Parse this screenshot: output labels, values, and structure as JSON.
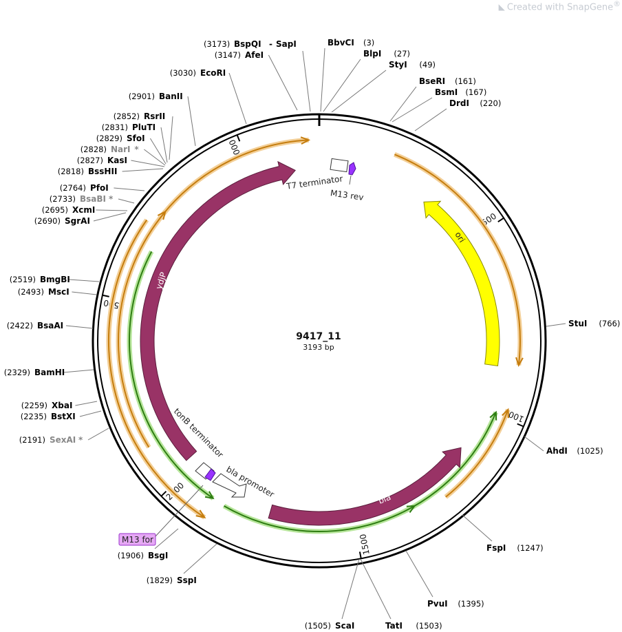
{
  "watermark": {
    "text_prefix": "Created with ",
    "brand": "SnapGene",
    "mark": "®"
  },
  "plasmid": {
    "name": "9417_11",
    "size_label": "3193 bp",
    "length": 3193
  },
  "ticks": [
    {
      "pos": 500,
      "label": "500"
    },
    {
      "pos": 1000,
      "label": "1000"
    },
    {
      "pos": 1500,
      "label": "1500"
    },
    {
      "pos": 2000,
      "label": "2000"
    },
    {
      "pos": 2500,
      "label": "2500"
    },
    {
      "pos": 3000,
      "label": "3000"
    }
  ],
  "enzymes": [
    {
      "name": "BspQI",
      "pos": "(3173)",
      "name2": "SapI"
    },
    {
      "name": "AfeI",
      "pos": "(3147)"
    },
    {
      "name": "EcoRI",
      "pos": "(3030)"
    },
    {
      "name": "BanII",
      "pos": "(2901)"
    },
    {
      "name": "RsrII",
      "pos": "(2852)"
    },
    {
      "name": "PluTI",
      "pos": "(2831)"
    },
    {
      "name": "SfoI",
      "pos": "(2829)"
    },
    {
      "name": "NarI",
      "pos": "(2828)",
      "star": true
    },
    {
      "name": "KasI",
      "pos": "(2827)"
    },
    {
      "name": "BssHII",
      "pos": "(2818)"
    },
    {
      "name": "PfoI",
      "pos": "(2764)"
    },
    {
      "name": "BsaBI",
      "pos": "(2733)",
      "star": true
    },
    {
      "name": "XcmI",
      "pos": "(2695)"
    },
    {
      "name": "SgrAI",
      "pos": "(2690)"
    },
    {
      "name": "BmgBI",
      "pos": "(2519)"
    },
    {
      "name": "MscI",
      "pos": "(2493)"
    },
    {
      "name": "BsaAI",
      "pos": "(2422)"
    },
    {
      "name": "BamHI",
      "pos": "(2329)"
    },
    {
      "name": "XbaI",
      "pos": "(2259)"
    },
    {
      "name": "BstXI",
      "pos": "(2235)"
    },
    {
      "name": "SexAI",
      "pos": "(2191)",
      "star": true
    },
    {
      "name": "BsgI",
      "pos": "(1906)"
    },
    {
      "name": "SspI",
      "pos": "(1829)"
    },
    {
      "name": "ScaI",
      "pos": "(1505)"
    },
    {
      "name": "TatI",
      "pos": "(1503)"
    },
    {
      "name": "PvuI",
      "pos": "(1395)"
    },
    {
      "name": "FspI",
      "pos": "(1247)"
    },
    {
      "name": "AhdI",
      "pos": "(1025)"
    },
    {
      "name": "StuI",
      "pos": "(766)"
    },
    {
      "name": "DrdI",
      "pos": "(220)"
    },
    {
      "name": "BsmI",
      "pos": "(167)"
    },
    {
      "name": "BseRI",
      "pos": "(161)"
    },
    {
      "name": "StyI",
      "pos": "(49)"
    },
    {
      "name": "BlpI",
      "pos": "(27)"
    },
    {
      "name": "BbvCI",
      "pos": "(3)"
    }
  ],
  "star_mark": "*",
  "features": [
    {
      "name": "ori",
      "color": "#ffff00"
    },
    {
      "name": "bla",
      "color": "#993366"
    },
    {
      "name": "ydjP",
      "color": "#993366"
    },
    {
      "name": "T7 terminator",
      "color": "#ffffff"
    },
    {
      "name": "M13 rev",
      "color": "#9933ff"
    },
    {
      "name": "tonB terminator",
      "color": "#ffffff"
    },
    {
      "name": "bla promoter",
      "color": "#ffffff"
    },
    {
      "name": "M13 for",
      "color": "#e6a8f5"
    }
  ],
  "colors": {
    "orf_orange": "#d9a24a",
    "orf_green": "#66bb2a",
    "primer_fill": "#e6a8f5",
    "primer_border": "#9933cc"
  }
}
